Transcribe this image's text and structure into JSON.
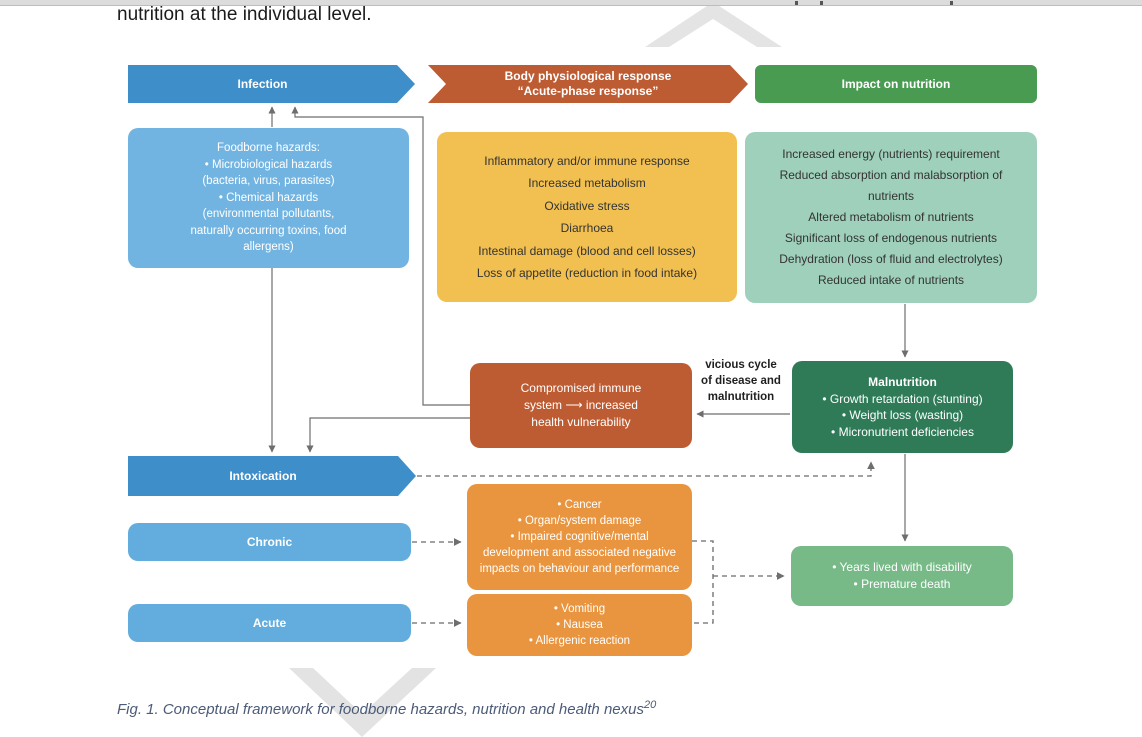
{
  "document": {
    "body_text": "nutrition at the individual level.",
    "figure_caption": "Fig. 1. Conceptual framework for foodborne hazards, nutrition and health nexus",
    "figure_caption_ref": "20"
  },
  "colors": {
    "header_blue": "#3e8ec9",
    "header_orange": "#bd5c33",
    "header_green": "#4a9b52",
    "light_blue_box": "#72b4e1",
    "yellow_box": "#f2c051",
    "seafoam_box": "#9fd0bb",
    "rust_box": "#bd5c33",
    "dark_green_box": "#2f7b58",
    "mid_green_box": "#77b987",
    "mid_orange_box": "#e9943e",
    "light_blue_banner": "#62adde",
    "line_gray": "#6e6e6e",
    "watermark_gray": "#e4e4e4"
  },
  "flowchart": {
    "headers": {
      "infection": "Infection",
      "body_response": "Body physiological response\n“Acute-phase response”",
      "impact_nutrition": "Impact on nutrition",
      "intoxication": "Intoxication"
    },
    "foodborne": "Foodborne hazards:\n• Microbiological hazards\n(bacteria, virus, parasites)\n• Chemical hazards\n(environmental pollutants,\nnaturally occurring toxins, food\nallergens)",
    "physiological_response": "Inflammatory and/or immune response\nIncreased metabolism\nOxidative stress\nDiarrhoea\nIntestinal damage (blood and cell losses)\nLoss of appetite (reduction in food intake)",
    "impact_on_nutrition": "Increased energy (nutrients) requirement\nReduced absorption and malabsorption of nutrients\nAltered metabolism of nutrients\nSignificant loss of endogenous nutrients\nDehydration (loss of fluid and electrolytes)\nReduced intake of nutrients",
    "compromised": "Compromised immune\nsystem ⟶ increased\nhealth vulnerability",
    "vicious_cycle_label": "vicious cycle\nof disease and\nmalnutrition",
    "malnutrition_title": "Malnutrition",
    "malnutrition_items": "• Growth retardation (stunting)\n• Weight loss (wasting)\n• Micronutrient deficiencies",
    "chronic": "Chronic",
    "acute": "Acute",
    "chronic_effects": "• Cancer\n• Organ/system damage\n• Impaired cognitive/mental development and associated negative impacts on behaviour and performance",
    "acute_effects": "• Vomiting\n• Nausea\n• Allergenic reaction",
    "outcomes": "• Years lived with disability\n• Premature death"
  }
}
